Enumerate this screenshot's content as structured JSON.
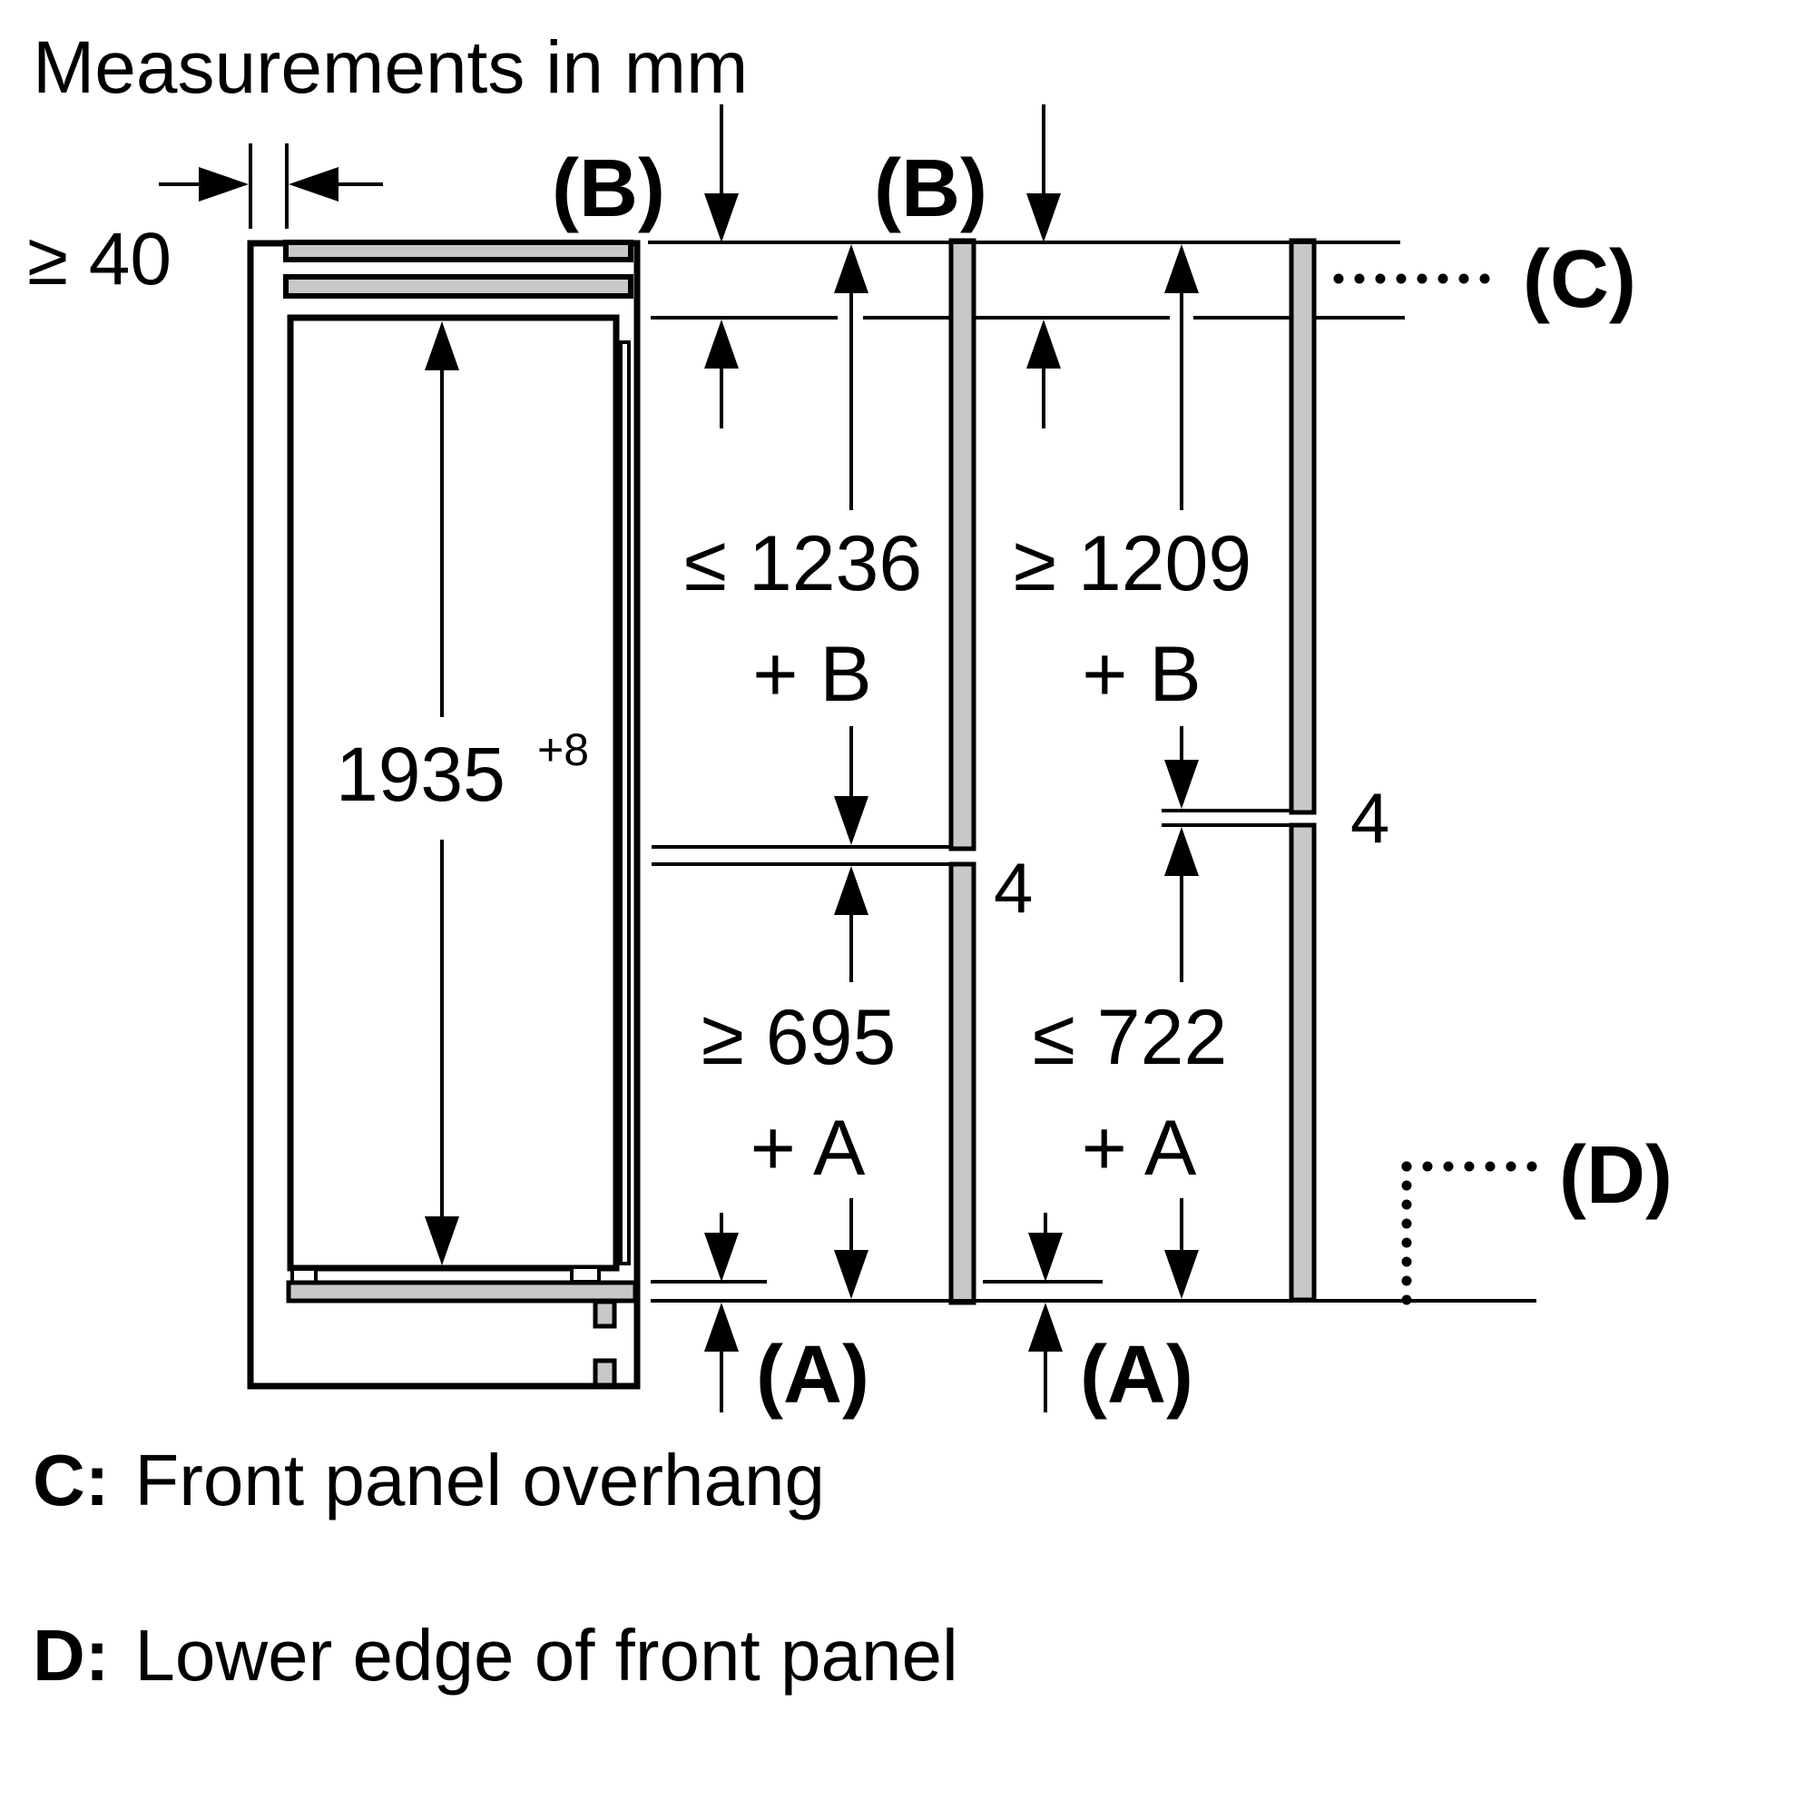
{
  "title": "Measurements in mm",
  "colors": {
    "line": "#000000",
    "panel_fill": "#c8c8c8",
    "background": "#ffffff"
  },
  "dimensions": {
    "rear_gap": "≥ 40",
    "appliance_height": {
      "value": "1935",
      "tolerance": "+8"
    },
    "upper_left": {
      "line1": "≤ 1236",
      "line2": "+ B"
    },
    "upper_right": {
      "line1": "≥ 1209",
      "line2": "+ B"
    },
    "lower_left": {
      "line1": "≥ 695",
      "line2": "+ A"
    },
    "lower_right": {
      "line1": "≤ 722",
      "line2": "+ A"
    },
    "gap_left": "4",
    "gap_right": "4"
  },
  "references": {
    "b_left": "(B)",
    "b_right": "(B)",
    "a_left": "(A)",
    "a_right": "(A)",
    "c": "(C)",
    "d": "(D)"
  },
  "legend": [
    {
      "key": "C:",
      "text": "Front panel overhang"
    },
    {
      "key": "D:",
      "text": "Lower edge of front panel"
    }
  ]
}
